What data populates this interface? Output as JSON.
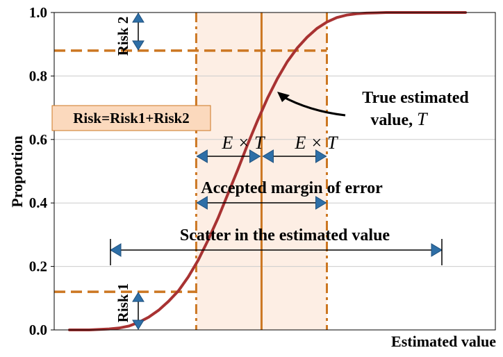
{
  "chart_data": {
    "type": "line",
    "xlabel": "Estimated value",
    "ylabel": "Proportion",
    "ylim": [
      0,
      1
    ],
    "y_ticks": [
      "0.0",
      "0.2",
      "0.4",
      "0.6",
      "0.8",
      "1.0"
    ],
    "grid": "horizontal",
    "series": [
      {
        "x": [
          0.0,
          0.05,
          0.1,
          0.125,
          0.15,
          0.175,
          0.2,
          0.225,
          0.25,
          0.275,
          0.3,
          0.325,
          0.35,
          0.375,
          0.4,
          0.425,
          0.45,
          0.475,
          0.5,
          0.525,
          0.55,
          0.575,
          0.6,
          0.625,
          0.65,
          0.675,
          0.7,
          0.725,
          0.75,
          0.775,
          0.8,
          0.825,
          0.85,
          0.875,
          0.9,
          0.95,
          1.0
        ],
        "values": [
          0.0,
          0.0,
          0.003,
          0.006,
          0.012,
          0.024,
          0.04,
          0.062,
          0.09,
          0.123,
          0.167,
          0.22,
          0.283,
          0.352,
          0.428,
          0.505,
          0.585,
          0.66,
          0.73,
          0.792,
          0.845,
          0.888,
          0.922,
          0.95,
          0.97,
          0.984,
          0.992,
          0.996,
          0.998,
          0.999,
          1.0,
          1.0,
          1.0,
          1.0,
          1.0,
          1.0,
          1.0
        ],
        "color": "#a83232"
      }
    ],
    "reference_lines": {
      "risk1_level": 0.12,
      "risk2_level": 0.88,
      "true_value_x": 0.485,
      "margin_low_x": 0.32,
      "margin_high_x": 0.65
    },
    "annotations": {
      "risk1": "Risk 1",
      "risk2": "Risk 2",
      "risk_box": "Risk=Risk1+Risk2",
      "true_value_line1": "True estimated",
      "true_value_line2": "value, ",
      "true_value_symbol": "T",
      "e_times_t": "E × T",
      "accepted_margin": "Accepted margin of error",
      "scatter": "Scatter in the estimated value"
    },
    "colors": {
      "curve": "#a83232",
      "reference": "#cc7722",
      "band": "#fdeee4",
      "arrow": "#2e6fa7",
      "risk_box_fill": "#fbd9bd",
      "grid": "#cccccc"
    }
  }
}
